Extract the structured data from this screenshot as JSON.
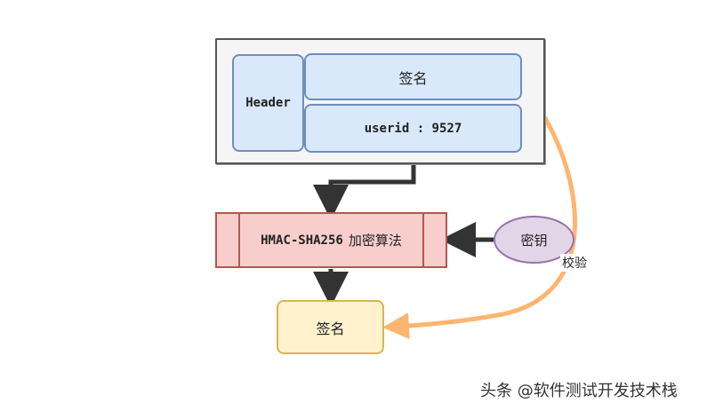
{
  "token": {
    "header_label": "Header",
    "signature_label": "签名",
    "payload_label": "userid : 9527"
  },
  "algorithm": {
    "name": "HMAC-SHA256",
    "suffix": "加密算法"
  },
  "key_label": "密钥",
  "output_label": "签名",
  "edge_label": "校验",
  "watermark": "头条 @软件测试开发技术栈",
  "colors": {
    "token_fill": "#dae8fc",
    "token_stroke": "#6c8ebf",
    "algo_fill": "#f8cecc",
    "algo_stroke": "#b85450",
    "key_fill": "#e1d5e7",
    "key_stroke": "#9673a6",
    "output_fill": "#fff2cc",
    "output_stroke": "#d6b656",
    "verify_edge": "#ffb570",
    "flow_edge": "#333333"
  }
}
